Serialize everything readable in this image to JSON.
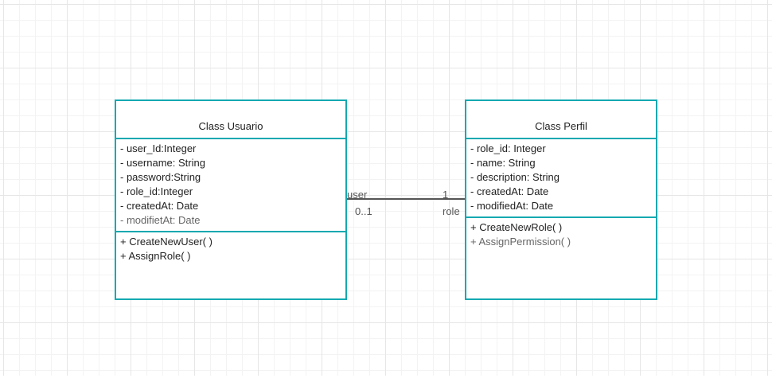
{
  "diagram": {
    "classes": [
      {
        "id": "usuario",
        "title": "Class Usuario",
        "attributes": [
          "- user_Id:Integer",
          "- username: String",
          "- password:String",
          "- role_id:Integer",
          "- createdAt: Date",
          "- modifietAt: Date"
        ],
        "methods": [
          "+ CreateNewUser( )",
          "+ AssignRole( )"
        ]
      },
      {
        "id": "perfil",
        "title": "Class Perfil",
        "attributes": [
          "-  role_id: Integer",
          "-  name: String",
          "-  description: String",
          "-  createdAt: Date",
          "-  modifiedAt: Date"
        ],
        "methods": [
          "+ CreateNewRole( )",
          "+ AssignPermission( )"
        ]
      }
    ],
    "association": {
      "source_role": "user",
      "source_multiplicity": "0..1",
      "target_multiplicity": "1",
      "target_role": "role"
    },
    "colors": {
      "class_border": "#13a9b1",
      "connector": "#555555",
      "grid": "#e6e6e6"
    }
  }
}
